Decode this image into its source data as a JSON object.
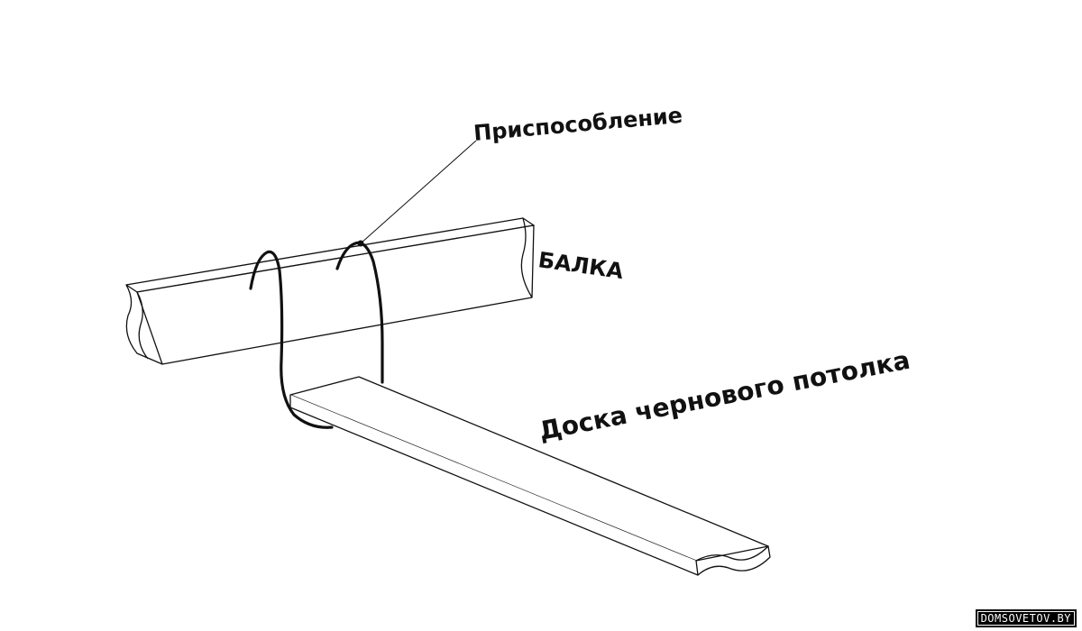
{
  "labels": {
    "device": "Приспособление",
    "beam": "БАЛКА",
    "board": "Доска чернового потолка"
  },
  "watermark": "DOMSOVETOV.BY",
  "colors": {
    "line": "#111111",
    "background": "#ffffff"
  }
}
